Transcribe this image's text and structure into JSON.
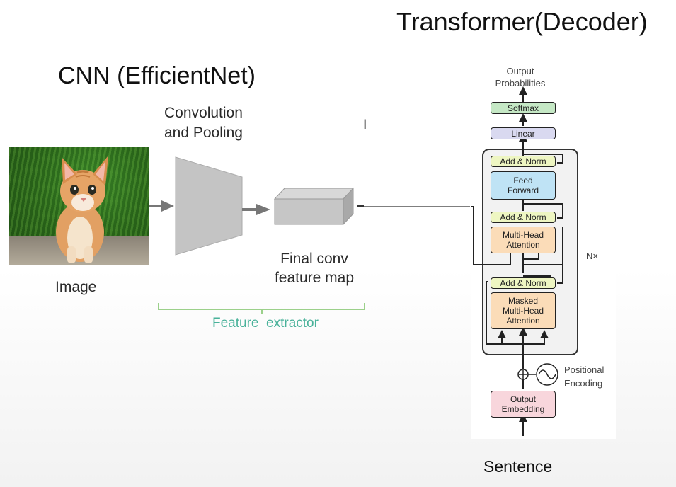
{
  "titles": {
    "cnn": "CNN (EfficientNet)",
    "transformer": "Transformer(Decoder)",
    "sentence": "Sentence"
  },
  "cnn_diagram": {
    "conv_label_line1": "Convolution",
    "conv_label_line2": "and Pooling",
    "image_label": "Image",
    "final_label_line1": "Final conv",
    "final_label_line2": "feature map",
    "feature_extractor": "Feature  extractor",
    "cursor_mark": "I"
  },
  "transformer": {
    "output_line1": "Output",
    "output_line2": "Probabilities",
    "softmax": "Softmax",
    "linear": "Linear",
    "add_norm": "Add & Norm",
    "feed_forward_line1": "Feed",
    "feed_forward_line2": "Forward",
    "mha_line1": "Multi-Head",
    "mha_line2": "Attention",
    "masked_line1": "Masked",
    "masked_line2": "Multi-Head",
    "masked_line3": "Attention",
    "nx": "N×",
    "positional_line1": "Positional",
    "positional_line2": "Encoding",
    "embedding_line1": "Output",
    "embedding_line2": "Embedding"
  },
  "colors": {
    "softmax": "#c5e8c5",
    "linear": "#d9d9f0",
    "add_norm": "#eef6c2",
    "feed_forward": "#bfe3f5",
    "attention": "#fbdcb8",
    "embedding": "#f8d6dc",
    "feature_bracket": "#9bd08a"
  }
}
